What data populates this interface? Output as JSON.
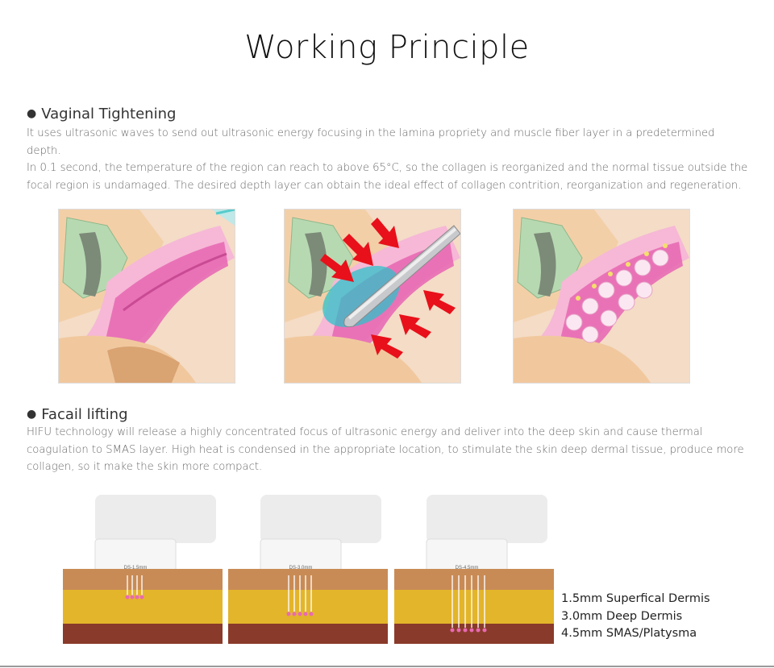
{
  "page": {
    "title": "Working Principle"
  },
  "vaginal": {
    "heading": "Vaginal Tightening",
    "bullet": "●",
    "lines": [
      "It uses ultrasonic waves to send out ultrasonic energy focusing in the lamina propriety and muscle fiber layer in a predetermined depth.",
      "In 0.1 second, the temperature of the region can reach to above 65°C, so the collagen is reorganized and the normal tissue outside the",
      "focal region is undamaged. The desired depth layer can obtain the ideal effect of collagen contrition, reorganization and regeneration."
    ]
  },
  "facial": {
    "heading": "Facail lifting",
    "bullet": "●",
    "lines": [
      "HIFU technology will release a highly concentrated focus of ultrasonic energy and deliver into the deep skin and cause thermal",
      "coagulation to SMAS layer. High heat is condensed in the appropriate location, to stimulate the skin deep dermal tissue, produce more",
      "collagen, so it make the skin more compact."
    ]
  },
  "cartridges": [
    "DS-1.5mm",
    "DS-3.0mm",
    "DS-4.5mm"
  ],
  "legend": [
    "1.5mm Superfical Dermis",
    "3.0mm Deep Dermis",
    "4.5mm SMAS/Platysma"
  ],
  "colors": {
    "pink": "#e86ab4",
    "bone": "#f3cfa8",
    "green": "#b7d9b2",
    "arrow": "#e8101a",
    "focus": "#2ec3c9",
    "fat": "#e3b52a",
    "skin": "#c98b55"
  }
}
